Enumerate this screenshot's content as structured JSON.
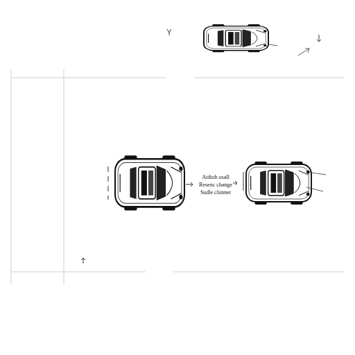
{
  "diagram": {
    "labels": [
      "Atdtob osall",
      "Resenc change",
      "Sudle chinner"
    ]
  }
}
